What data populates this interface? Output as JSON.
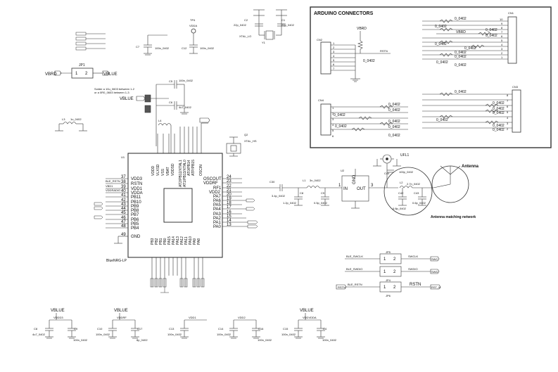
{
  "arduino": {
    "title": "ARDUINO CONNECTORS",
    "cn1": "CN1",
    "cn2": "CN2",
    "cn3": "CN3",
    "cn4": "CN4",
    "vbrd": "VBRD",
    "rstn": "RSTN",
    "r0402": "0_0402"
  },
  "top": {
    "jp1": "JP1",
    "vbrd": "VBRD",
    "vblue": "VBLUE",
    "solder_note1": "Solder a 10u_0603 between 1-2",
    "solder_note2": "or a 0R0_0603 between 1-3",
    "tp4": "TP4",
    "vdda": "VDDA",
    "c7": "C7",
    "c12": "C12",
    "c2": "C2",
    "c1": "C1",
    "c7_val": "100n_0402",
    "c12_val": "100n_0402",
    "c2_val": "22p_0402",
    "c1_val": "22p_0402",
    "xtal_lo": "XTAL_LO",
    "y1": "Y1",
    "l3": "L3",
    "l3_val": "1u_0402",
    "l4": "L4",
    "q2": "Q2",
    "xtal_hs": "XTAL_HS",
    "c5": "C5",
    "c5_val": "100n_0402",
    "c6": "C6",
    "c6_val": "4u7_0402"
  },
  "chip": {
    "ref": "U1",
    "name": "BlueNRG-LP",
    "top_pins": [
      "VDDD",
      "VLXSD",
      "VSS",
      "VBAT",
      "VDDSD",
      "AT2/PB12/XTAL1",
      "AT1/PB13/XTAL0",
      "AT0/PB14",
      "ATP/PB15",
      "OSCIN"
    ],
    "left_pins": [
      {
        "name": "VDD3",
        "num": "37"
      },
      {
        "name": "RSTN",
        "num": "38"
      },
      {
        "name": "VDD1",
        "num": "39"
      },
      {
        "name": "VDDA",
        "num": "40"
      },
      {
        "name": "PB11",
        "num": "41"
      },
      {
        "name": "PB10",
        "num": "42"
      },
      {
        "name": "PB9",
        "num": "43"
      },
      {
        "name": "PB8",
        "num": "44"
      },
      {
        "name": "PB7",
        "num": "45"
      },
      {
        "name": "PB6",
        "num": "46"
      },
      {
        "name": "PB5",
        "num": "47"
      },
      {
        "name": "PB4",
        "num": "48"
      },
      {
        "name": "GND",
        "num": "49"
      }
    ],
    "right_pins": [
      {
        "name": "OSCOUT",
        "num": "24"
      },
      {
        "name": "VDDRF",
        "num": "23"
      },
      {
        "name": "RF1",
        "num": "22"
      },
      {
        "name": "VDD2",
        "num": "21"
      },
      {
        "name": "PA7",
        "num": "20"
      },
      {
        "name": "PA6",
        "num": "19"
      },
      {
        "name": "PA5",
        "num": "18"
      },
      {
        "name": "PA4",
        "num": "17"
      },
      {
        "name": "PA3",
        "num": "16"
      },
      {
        "name": "PA2",
        "num": "15"
      },
      {
        "name": "PA1",
        "num": "14"
      },
      {
        "name": "PA0",
        "num": "13"
      }
    ],
    "bottom_pins": [
      "PB3",
      "PB2",
      "PB1",
      "PB0",
      "PA15",
      "PA14",
      "PA13",
      "PA12",
      "PA11",
      "PA10",
      "PA9",
      "PA8"
    ],
    "left_nets": [
      "BLE_RSTN",
      "VBD1",
      "VDDRADIO"
    ]
  },
  "rf": {
    "c30": "C30",
    "l1": "L1",
    "l1_val": "3n_0402",
    "c8": "C8",
    "c8_val": "1.2p_0402",
    "c9": "C9",
    "c9_val": "0.5p_0402",
    "c30_val": "3.4p_0402",
    "u2": "U2",
    "balun_in": "IN",
    "balun_out": "OUT",
    "balun_gnd": "GND",
    "balun_pins": [
      "1",
      "3"
    ],
    "uf1": "UFL1",
    "c44": "C44",
    "c44_val": "100p_0402",
    "l2": "L2",
    "l2_val": "2.7n_0402",
    "c42": "C42",
    "c43": "C43",
    "c42_val": "0.8p_0402",
    "c43_val": "0.6p_0402",
    "antenna": "Antenna",
    "matching": "Antenna matching network"
  },
  "jumpers": [
    {
      "ref": "JP5",
      "left_net": "BLE_SWCLK",
      "right_net": "SWCLK",
      "right_port": "SWC"
    },
    {
      "ref": "JP4",
      "left_net": "BLE_SWDIO",
      "right_net": "SWDIO",
      "right_port": "SWD"
    },
    {
      "ref": "JP6",
      "left_net": "BLE_RSTN",
      "left_port": "RSTN",
      "right_net": "RSTN",
      "right_port": "RST_N"
    }
  ],
  "bottom_caps": [
    {
      "rail": "VBLUE",
      "net": "VDDD3",
      "left": "C8",
      "left_val": "4u7_0402",
      "right": "C9",
      "right_val": "100n_0402"
    },
    {
      "rail": "VBLUE",
      "net": "VDDRF",
      "left": "C10",
      "left_val": "100n_0402",
      "right": "C17",
      "right_val": "8p_0402"
    },
    {
      "rail": "",
      "net": "VDD1",
      "left": "C13",
      "left_val": "100n_0402",
      "right": "",
      "right_val": ""
    },
    {
      "rail": "",
      "net": "VDD2",
      "left": "C14",
      "left_val": "100n_0402",
      "right": "C16",
      "right_val": "100n_0402"
    },
    {
      "rail": "VBLUE",
      "net": "VDDVDDA",
      "left": "C15",
      "left_val": "100n_0402",
      "right": "C4",
      "right_val": "100n_0402"
    }
  ]
}
